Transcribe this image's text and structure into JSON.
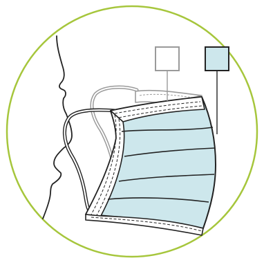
{
  "illustration": {
    "subject": "mask-wearing-diagram",
    "legend": [
      {
        "id": "inner-layer",
        "fill": "#ffffff"
      },
      {
        "id": "outer-layer",
        "fill": "#cde7ec"
      }
    ]
  },
  "colors": {
    "circle_border": "#a6c63c",
    "line_dark": "#222222",
    "line_grey": "#9a9a9a",
    "mask_fill": "#cde7ec",
    "background": "#ffffff"
  }
}
